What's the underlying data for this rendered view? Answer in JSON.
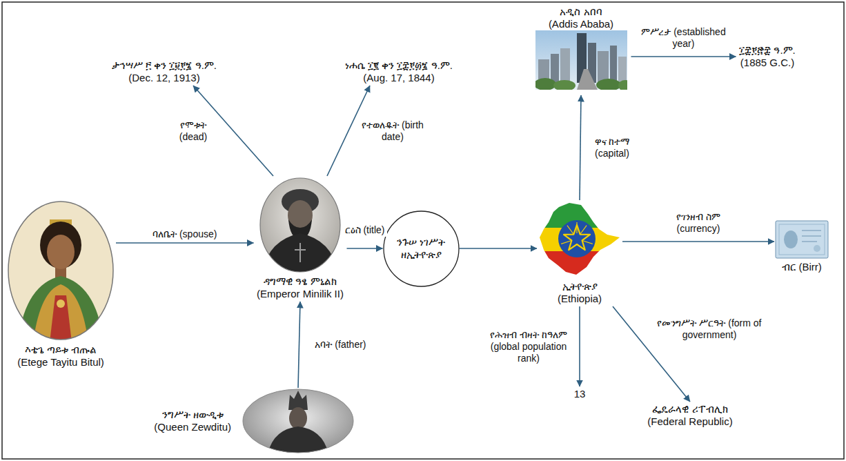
{
  "diagram": {
    "nodes": [
      {
        "text": [
          "አዲስ አበባ",
          "(Addis Ababa)"
        ]
      },
      {
        "text": [
          "ታኅሣሥ ፫ ቀን ፲፱፻፮ ዓ.ም.",
          "(Dec. 12, 1913)"
        ]
      },
      {
        "text": [
          "ነሐሴ ፲፪ ቀን ፲፰፻፴፮ ዓ.ም.",
          "(Aug. 17, 1844)"
        ]
      },
      {
        "text": [
          "፲፰፻፸፰ ዓ.ም.",
          "(1885 G.C.)"
        ]
      },
      {
        "text": [
          "እቴጌ ጣይቱ ብጡል",
          "(Etege Tayitu Bitul)"
        ]
      },
      {
        "text": [
          "ዳግማዊ ዓፄ ምኒልክ",
          "(Emperor Minilik II)"
        ]
      },
      {
        "text": [
          "ንጉሠ ነገሥት ዘኢትዮጵያ"
        ]
      },
      {
        "text": [
          "ኢትዮጵያ",
          "(Ethiopia)"
        ]
      },
      {
        "text": [
          "ብር (Birr)"
        ]
      },
      {
        "text": [
          "ንግሥት ዘውዲቱ",
          "(Queen Zewditu)"
        ]
      },
      {
        "text": [
          "13"
        ]
      },
      {
        "text": [
          "ፌዴራላዊ ሪፐብሊክ",
          "(Federal Republic)"
        ]
      }
    ],
    "edges": [
      {
        "from": 5,
        "to": 1,
        "label": "የሞቱት (dead)",
        "arrow": "to"
      },
      {
        "from": 5,
        "to": 2,
        "label": "የተወለዱት (birth date)",
        "arrow": "to"
      },
      {
        "from": 4,
        "to": 5,
        "label": "ባለቤት (spouse)",
        "arrow": "to"
      },
      {
        "from": 9,
        "to": 5,
        "label": "አባት (father)",
        "arrow": "to"
      },
      {
        "from": 5,
        "to": 6,
        "label": "ርዕስ (title)",
        "arrow": "to"
      },
      {
        "from": 6,
        "to": 7,
        "arrow": "to"
      },
      {
        "from": 7,
        "to": 0,
        "label": "ዋና ከተማ (capital)",
        "arrow": "to"
      },
      {
        "from": 0,
        "to": 3,
        "label": "ምሥረታ (established year)",
        "arrow": "to"
      },
      {
        "from": 7,
        "to": 8,
        "label": "የገንዘብ ስም (currency)",
        "arrow": "to"
      },
      {
        "from": 7,
        "to": 10,
        "label": "የሕዝብ ብዛት ከዓለም (global population rank)",
        "arrow": "to"
      },
      {
        "from": 7,
        "to": 11,
        "label": "የመንግሥት ሥርዓት (form of government)",
        "arrow": "to"
      }
    ]
  }
}
